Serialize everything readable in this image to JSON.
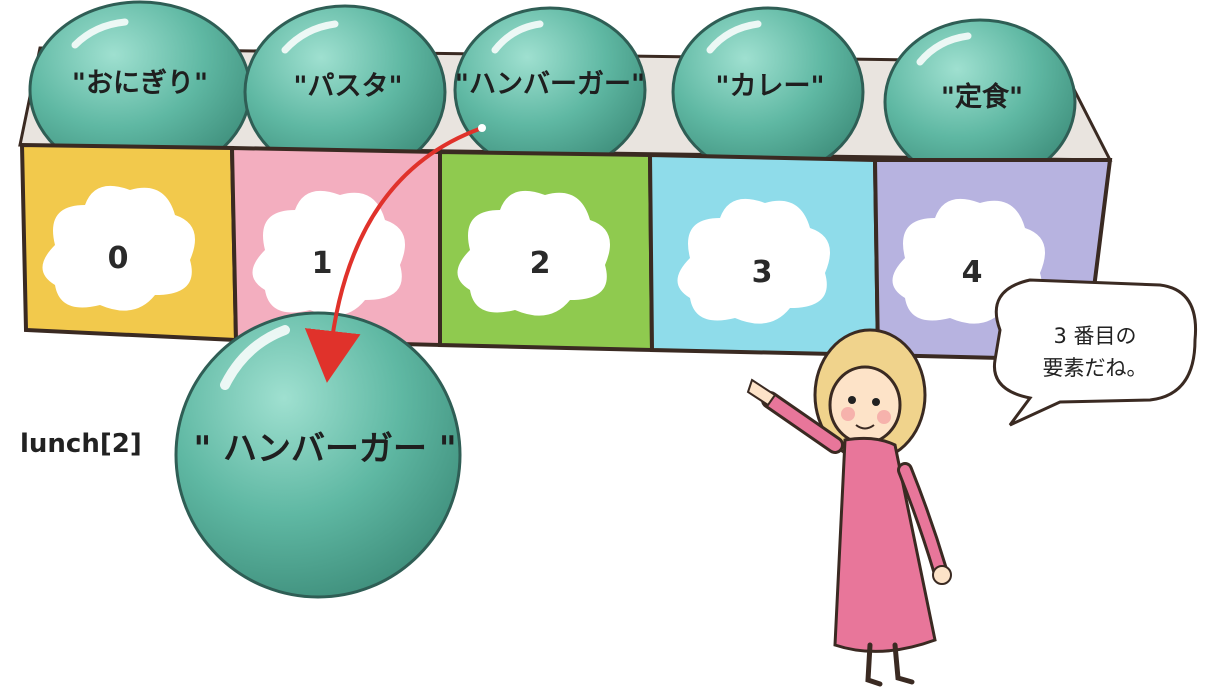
{
  "array_items": [
    {
      "index": "0",
      "value": "\"おにぎり\"",
      "box_color": "#f2c94c"
    },
    {
      "index": "1",
      "value": "\"パスタ\"",
      "box_color": "#f3aebf"
    },
    {
      "index": "2",
      "value": "\"ハンバーガー\"",
      "box_color": "#8fca4f"
    },
    {
      "index": "3",
      "value": "\"カレー\"",
      "box_color": "#8fdcea"
    },
    {
      "index": "4",
      "value": "\"定食\"",
      "box_color": "#b7b3e0"
    }
  ],
  "access": {
    "expression": "lunch[2]",
    "value": "\" ハンバーガー \""
  },
  "speech": {
    "line1": "3 番目の",
    "line2": "要素だね。"
  },
  "colors": {
    "ball": "#5fb8a3",
    "ball_dark": "#3f8f7c",
    "outline": "#3a2a22",
    "arrow": "#e0322b",
    "girl_dress": "#e8769a",
    "girl_hair": "#f0d38c"
  }
}
